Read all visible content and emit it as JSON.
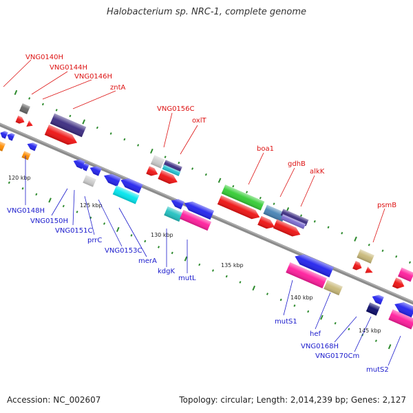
{
  "title": "Halobacterium sp. NRC-1, complete genome",
  "footer": {
    "accession": "Accession: NC_002607",
    "summary": "Topology: circular; Length: 2,014,239 bp; Genes: 2,127"
  },
  "colors": {
    "backbone": "#8c8c8c",
    "tick": "#2e8b2e",
    "upper_label": "#dd1111",
    "lower_label": "#1a1acc"
  },
  "scale_labels": [
    "120 kbp",
    "125 kbp",
    "130 kbp",
    "135 kbp",
    "140 kbp",
    "145 kbp"
  ],
  "genes_above": [
    "VNG0140H",
    "VNG0144H",
    "VNG0146H",
    "zntA",
    "VNG0156C",
    "oxlT",
    "boa1",
    "gdhB",
    "alkK",
    "psmB"
  ],
  "genes_below": [
    "VNG0148H",
    "VNG0150H",
    "VNG0151C",
    "prrC",
    "VNG0153C",
    "merA",
    "kdgK",
    "mutL",
    "mutS1",
    "hef",
    "VNG0168H",
    "VNG0170Cm",
    "mutS2"
  ]
}
